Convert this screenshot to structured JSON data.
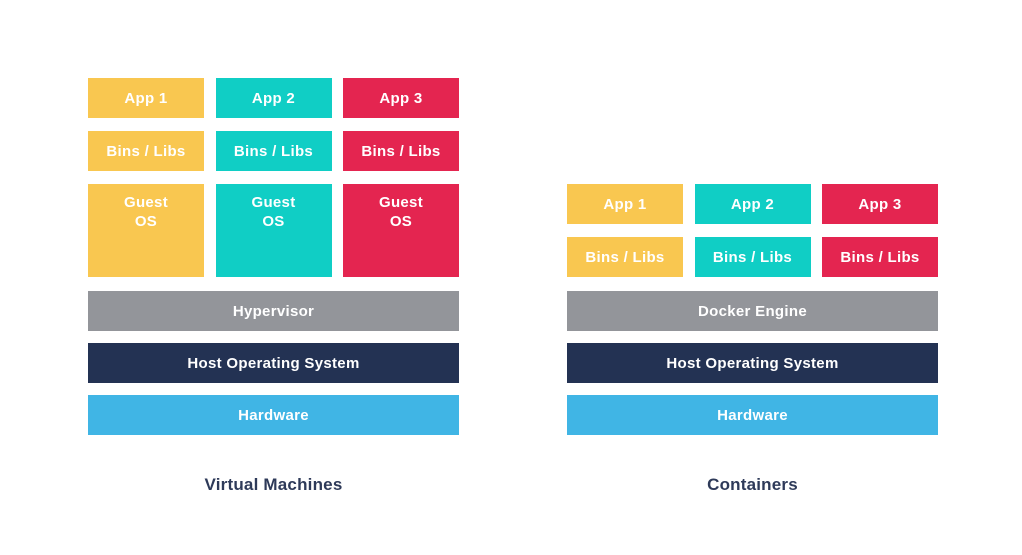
{
  "vm": {
    "title": "Virtual Machines",
    "apps": [
      {
        "label": "App 1",
        "color": "#F9C750"
      },
      {
        "label": "App 2",
        "color": "#10CEC5"
      },
      {
        "label": "App 3",
        "color": "#E42550"
      }
    ],
    "bins": [
      {
        "label": "Bins / Libs",
        "color": "#F9C750"
      },
      {
        "label": "Bins / Libs",
        "color": "#10CEC5"
      },
      {
        "label": "Bins / Libs",
        "color": "#E42550"
      }
    ],
    "guest_os": [
      {
        "label": "Guest\nOS",
        "color": "#F9C750"
      },
      {
        "label": "Guest\nOS",
        "color": "#10CEC5"
      },
      {
        "label": "Guest\nOS",
        "color": "#E42550"
      }
    ],
    "layers": [
      {
        "label": "Hypervisor",
        "color": "#93959A"
      },
      {
        "label": "Host Operating System",
        "color": "#233253"
      },
      {
        "label": "Hardware",
        "color": "#40B5E5"
      }
    ]
  },
  "containers": {
    "title": "Containers",
    "apps": [
      {
        "label": "App 1",
        "color": "#F9C750"
      },
      {
        "label": "App 2",
        "color": "#10CEC5"
      },
      {
        "label": "App 3",
        "color": "#E42550"
      }
    ],
    "bins": [
      {
        "label": "Bins / Libs",
        "color": "#F9C750"
      },
      {
        "label": "Bins / Libs",
        "color": "#10CEC5"
      },
      {
        "label": "Bins / Libs",
        "color": "#E42550"
      }
    ],
    "layers": [
      {
        "label": "Docker Engine",
        "color": "#93959A"
      },
      {
        "label": "Host Operating System",
        "color": "#233253"
      },
      {
        "label": "Hardware",
        "color": "#40B5E5"
      }
    ]
  },
  "text_color": "#2E3A59",
  "background_color": "#FFFFFF"
}
